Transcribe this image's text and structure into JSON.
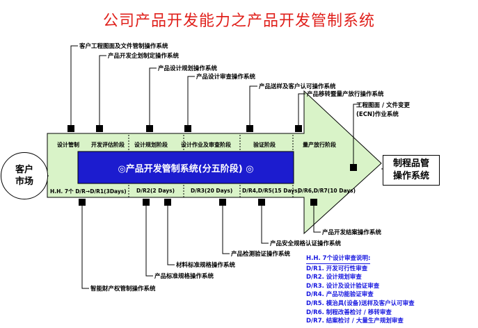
{
  "title": "公司产品开发能力之产品开发管制系统",
  "client": {
    "line1": "客户",
    "line2": "市场"
  },
  "system": {
    "line1": "制程品管",
    "line2": "操作系统"
  },
  "banner": "◎产品开发管制系统(分五阶段) ◎",
  "stages": [
    "设计管制",
    "开发评估阶段",
    "设计规划阶段",
    "设计作业及审查阶段",
    "验证阶段",
    "量产放行阶段"
  ],
  "dr_labels": [
    "H.H. 7个 D/R→D/R1(3Days)",
    "D/R2(2 Days)",
    "D/R3(20 Days)",
    "D/R4,D/R5(15 Days)",
    "D/R6,D/R7(10 Days)"
  ],
  "top_labels": [
    "客户工程图面及文件管制操作系统",
    "产品开发企划制定操作系统",
    "产品设计规划操作系统",
    "产品设计审查操作系统",
    "产品送样及客户认可操作系统",
    "产品移转暨量产放行操作系统"
  ],
  "ecn_label": "工程图面 / 文件变更(ECN)作业系统",
  "bottom_labels": [
    "产品开发结案操作系统",
    "产品安全规格认证操作系统",
    "产品检测验证操作系统",
    "材料标准规格操作系统",
    "产品标准规格操作系统",
    "智能财产权管制操作系统"
  ],
  "notes": {
    "title": "H.H. 7个设计审查说明:",
    "items": [
      "D/R1. 开发可行性审查",
      "D/R2. 设计规划审查",
      "D/R3. 设计及设计验证审查",
      "D/R4. 产品功能验证审查",
      "D/R5. 模治具(设备)送样及客户认可审查",
      "D/R6. 制程改善检讨 / 移转审查",
      "D/R7. 结案检讨 / 大量生产规划审查"
    ]
  },
  "colors": {
    "title": "#e0201b",
    "arrow_fill": "#d9f3c8",
    "banner": "#1c1ccf",
    "notes": "#1616e0"
  }
}
